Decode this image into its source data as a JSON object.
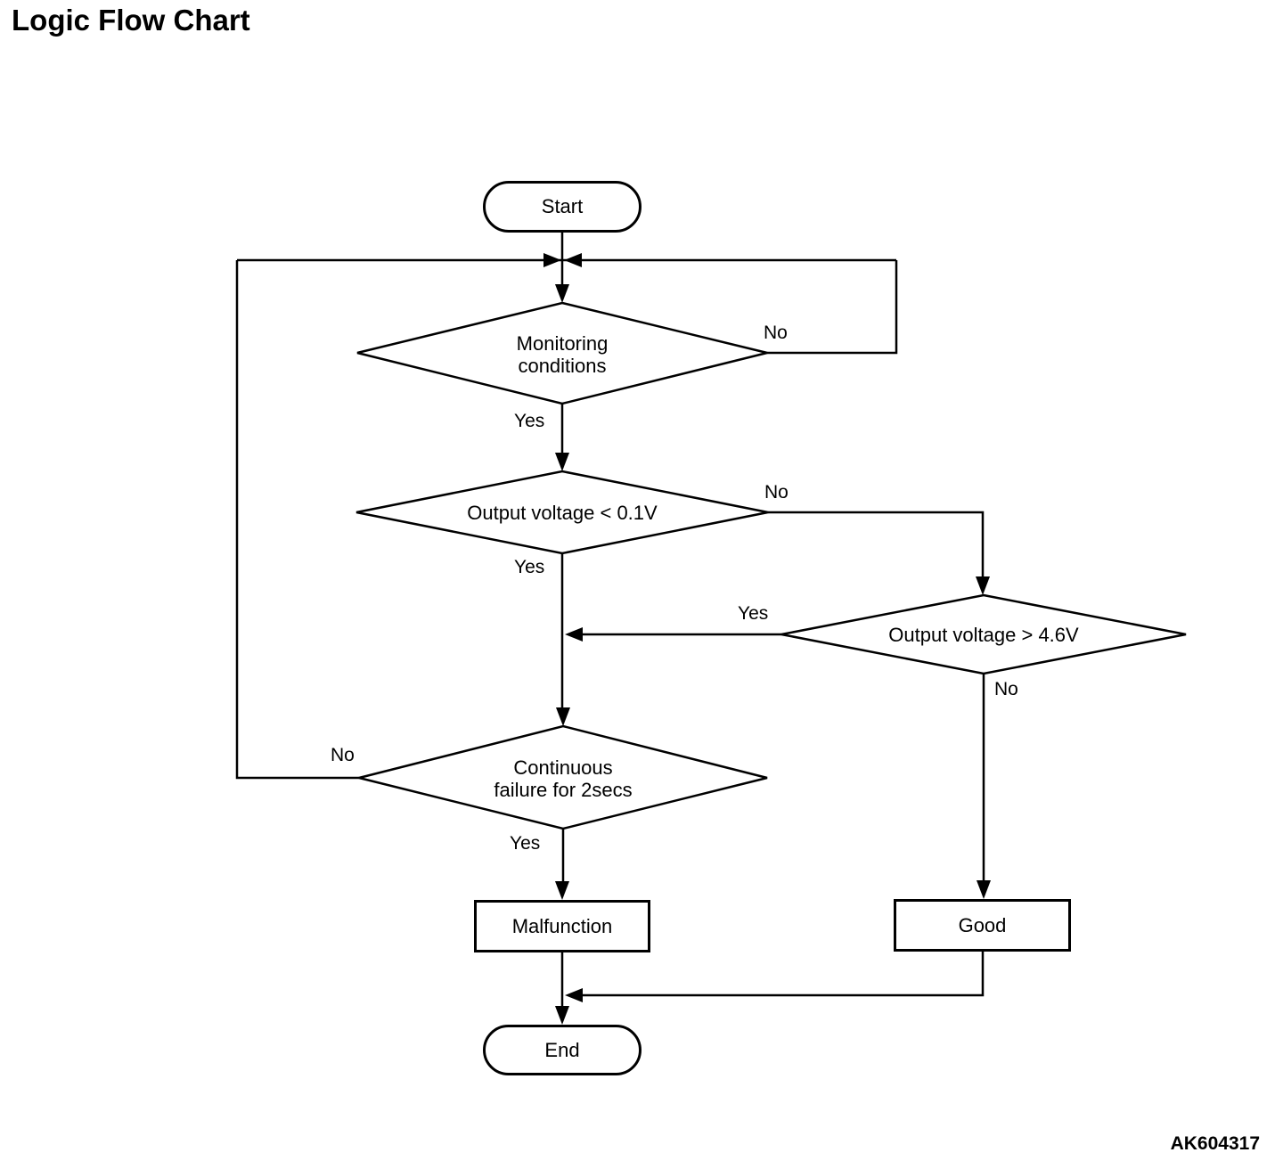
{
  "page": {
    "title": "Logic Flow Chart",
    "figure_code": "AK604317",
    "background_color": "#ffffff",
    "line_color": "#000000",
    "text_color": "#000000"
  },
  "flowchart": {
    "nodes": {
      "start": {
        "type": "terminator",
        "label": "Start"
      },
      "monitoring": {
        "type": "decision",
        "lines": [
          "Monitoring",
          "conditions"
        ]
      },
      "output_low": {
        "type": "decision",
        "lines": [
          "Output voltage < 0.1V"
        ]
      },
      "output_high": {
        "type": "decision",
        "lines": [
          "Output voltage > 4.6V"
        ]
      },
      "continuous": {
        "type": "decision",
        "lines": [
          "Continuous",
          "failure for 2secs"
        ]
      },
      "malfunction": {
        "type": "process",
        "label": "Malfunction"
      },
      "good": {
        "type": "process",
        "label": "Good"
      },
      "end": {
        "type": "terminator",
        "label": "End"
      }
    },
    "edge_labels": {
      "monitoring_no": "No",
      "monitoring_yes": "Yes",
      "output_low_no": "No",
      "output_low_yes": "Yes",
      "output_high_yes": "Yes",
      "output_high_no": "No",
      "continuous_no": "No",
      "continuous_yes": "Yes"
    }
  }
}
